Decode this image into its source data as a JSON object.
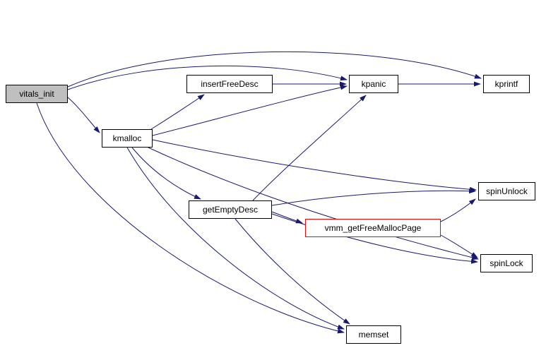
{
  "diagram": {
    "type": "call-graph",
    "colors": {
      "edge": "#191970",
      "background": "#ffffff",
      "node_border": "#000000",
      "root_node_fill": "#bfbfbf",
      "highlight_node_border": "#ff0000",
      "node_text": "#000000"
    },
    "nodes": [
      {
        "id": "vitals_init",
        "label": "vitals_init",
        "style": "root"
      },
      {
        "id": "kmalloc",
        "label": "kmalloc",
        "style": "normal"
      },
      {
        "id": "insertFreeDesc",
        "label": "insertFreeDesc",
        "style": "normal"
      },
      {
        "id": "kpanic",
        "label": "kpanic",
        "style": "normal"
      },
      {
        "id": "kprintf",
        "label": "kprintf",
        "style": "normal"
      },
      {
        "id": "getEmptyDesc",
        "label": "getEmptyDesc",
        "style": "normal"
      },
      {
        "id": "vmm_getFreeMallocPage",
        "label": "vmm_getFreeMallocPage",
        "style": "highlight"
      },
      {
        "id": "spinUnlock",
        "label": "spinUnlock",
        "style": "normal"
      },
      {
        "id": "spinLock",
        "label": "spinLock",
        "style": "normal"
      },
      {
        "id": "memset",
        "label": "memset",
        "style": "normal"
      }
    ],
    "edges": [
      {
        "from": "vitals_init",
        "to": "kmalloc"
      },
      {
        "from": "vitals_init",
        "to": "kpanic"
      },
      {
        "from": "vitals_init",
        "to": "kprintf"
      },
      {
        "from": "vitals_init",
        "to": "memset"
      },
      {
        "from": "kmalloc",
        "to": "insertFreeDesc"
      },
      {
        "from": "kmalloc",
        "to": "kpanic"
      },
      {
        "from": "kmalloc",
        "to": "getEmptyDesc"
      },
      {
        "from": "kmalloc",
        "to": "spinUnlock"
      },
      {
        "from": "kmalloc",
        "to": "spinLock"
      },
      {
        "from": "kmalloc",
        "to": "memset"
      },
      {
        "from": "insertFreeDesc",
        "to": "kpanic"
      },
      {
        "from": "kpanic",
        "to": "kprintf"
      },
      {
        "from": "getEmptyDesc",
        "to": "kpanic"
      },
      {
        "from": "getEmptyDesc",
        "to": "vmm_getFreeMallocPage"
      },
      {
        "from": "getEmptyDesc",
        "to": "spinUnlock"
      },
      {
        "from": "getEmptyDesc",
        "to": "spinLock"
      },
      {
        "from": "getEmptyDesc",
        "to": "memset"
      },
      {
        "from": "vmm_getFreeMallocPage",
        "to": "spinUnlock"
      },
      {
        "from": "vmm_getFreeMallocPage",
        "to": "spinLock"
      }
    ]
  }
}
